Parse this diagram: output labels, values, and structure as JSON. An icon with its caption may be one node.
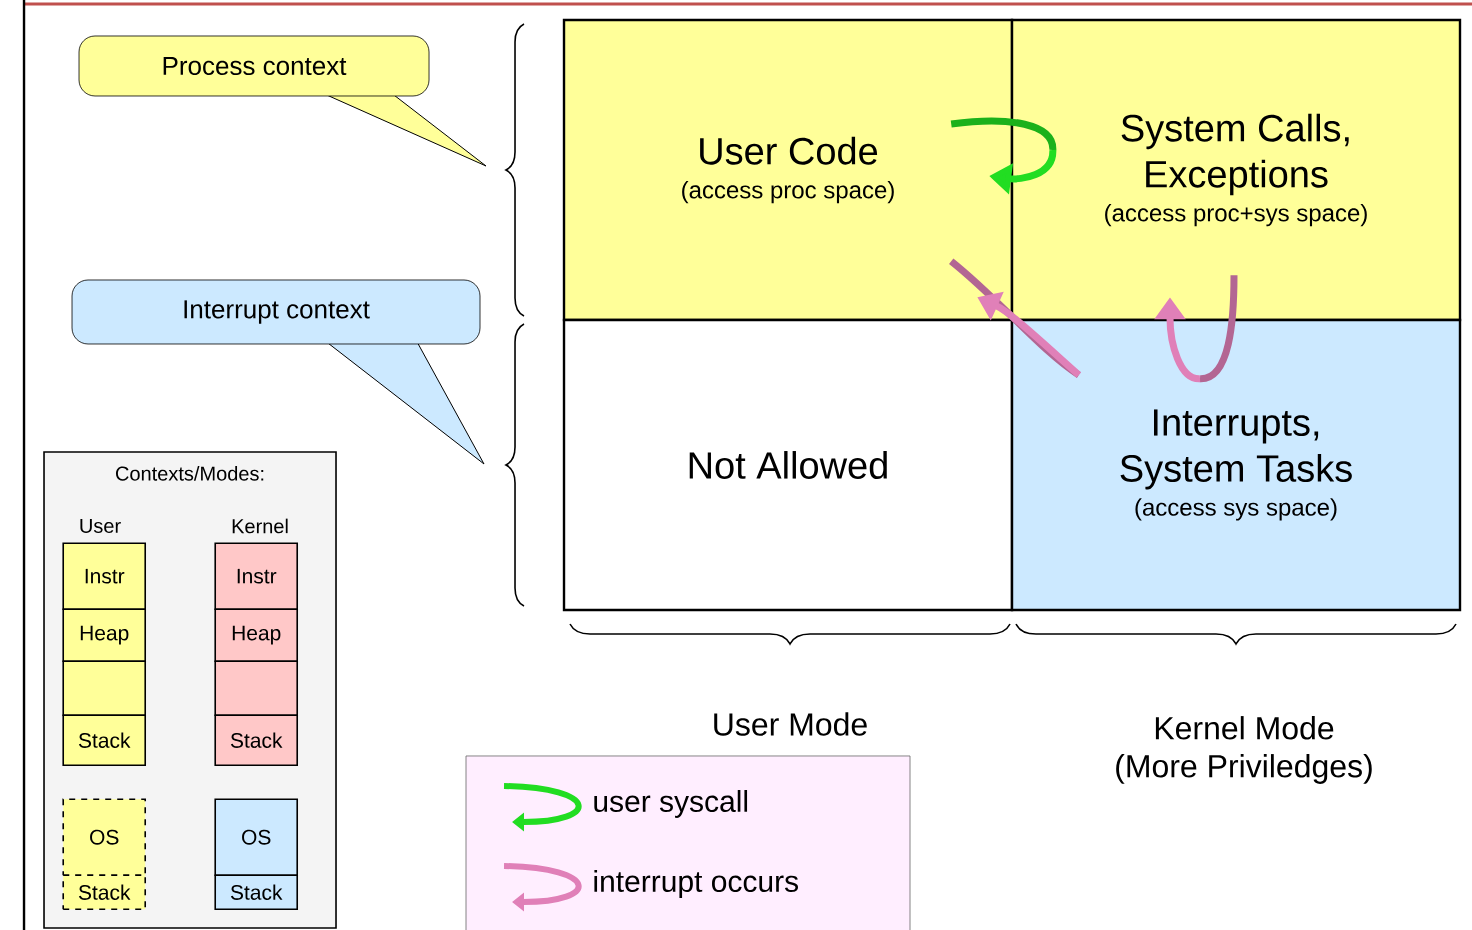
{
  "diagram": {
    "nodes": [
      {
        "text": [
          "Process context"
        ]
      },
      {
        "text": [
          "Interrupt context"
        ]
      },
      {
        "text": [
          "User Code",
          "(access proc space)"
        ]
      },
      {
        "text": [
          "System Calls, Exceptions",
          "(access proc+sys space)"
        ]
      },
      {
        "text": [
          "Not Allowed"
        ]
      },
      {
        "text": [
          "Interrupts, System Tasks",
          "(access sys space)"
        ]
      },
      {
        "text": [
          "Contexts/Modes:"
        ]
      },
      {
        "text": [
          "Instr"
        ],
        "in": 6
      },
      {
        "text": [
          "Heap"
        ],
        "in": 6
      },
      {
        "text": [],
        "shape": "box",
        "in": 6
      },
      {
        "text": [
          "Stack"
        ],
        "in": 6
      },
      {
        "text": [
          "Instr"
        ],
        "in": 6
      },
      {
        "text": [
          "Heap"
        ],
        "in": 6
      },
      {
        "text": [],
        "shape": "box",
        "in": 6
      },
      {
        "text": [
          "Stack"
        ],
        "in": 6
      },
      {
        "text": [
          "OS"
        ],
        "in": 6
      },
      {
        "text": [
          "Stack"
        ],
        "in": 6
      },
      {
        "text": [
          "OS"
        ],
        "in": 6
      },
      {
        "text": [
          "Stack"
        ],
        "in": 6
      }
    ],
    "edges": [
      {
        "from": 3,
        "to": 2,
        "arrow": "to",
        "color": "#22dd22"
      },
      {
        "from": 5,
        "to": 2,
        "arrow": "to",
        "color": "#e080b8"
      },
      {
        "from": 5,
        "to": 3,
        "arrow": "to",
        "color": "#e080b8"
      }
    ],
    "labels": [
      "User",
      "Kernel",
      "User Mode",
      "Kernel Mode (More Priviledges)"
    ],
    "legend": [
      {
        "text": "user syscall"
      },
      {
        "text": "interrupt occurs"
      }
    ]
  }
}
